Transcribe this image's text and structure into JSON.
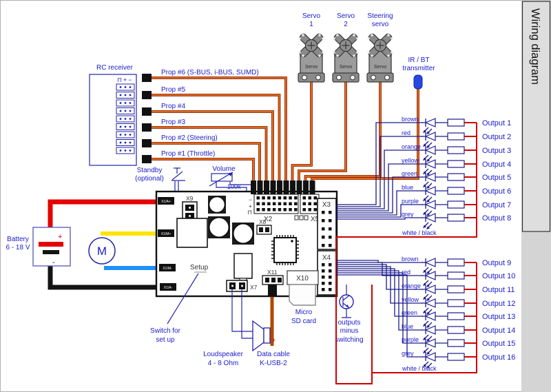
{
  "sidebar": {
    "title": "Wiring diagram"
  },
  "receiver": {
    "label": "RC receiver",
    "header": "⊓+−"
  },
  "props": {
    "p6": "Prop #6 (S-BUS, i-BUS, SUMD)",
    "p5": "Prop #5",
    "p4": "Prop #4",
    "p3": "Prop #3",
    "p2": "Prop #2 (Steering)",
    "p1": "Prop #1 (Throttle)"
  },
  "servos": {
    "s1a": "Servo",
    "s1b": "1",
    "s2a": "Servo",
    "s2b": "2",
    "s3a": "Steering",
    "s3b": "servo",
    "body": "Servo"
  },
  "irbt": {
    "l1": "IR / BT",
    "l2": "transmitter"
  },
  "standby": {
    "l1": "Standby",
    "l2": "(optional)"
  },
  "volume": {
    "label": "Volume",
    "value": "100k"
  },
  "battery": {
    "l1": "Battery",
    "l2": "6 - 18 V",
    "plus": "+",
    "minus": "-"
  },
  "motor": {
    "label": "M"
  },
  "board": {
    "x2": "X2",
    "x3": "X3",
    "x4": "X4",
    "x5": "X5",
    "x7": "X7",
    "x8": "X8",
    "x9": "X9",
    "x10": "X10",
    "x11": "X11",
    "symMinus": "−",
    "symPlus": "+",
    "symPulse": "⊓",
    "left1": "X1/A+",
    "left2": "X1/M+",
    "left3": "X1/M-",
    "left4": "X1/A-"
  },
  "setup": {
    "label": "Setup"
  },
  "switchSetup": {
    "l1": "Switch for",
    "l2": "set up"
  },
  "speaker": {
    "l1": "Loudspeaker",
    "l2": "4 - 8 Ohm",
    "tMinus": "-",
    "tPlus": "+"
  },
  "cable": {
    "l1": "Data cable",
    "l2": "K-USB-2"
  },
  "sd": {
    "l1": "Micro",
    "l2": "SD card"
  },
  "minusSwitch": {
    "l1": "outputs",
    "l2": "minus",
    "l3": "switching"
  },
  "outputs": {
    "commonTop": "white / black",
    "commonBottom": "white / black",
    "top": [
      {
        "color": "brown",
        "label": "Output 1"
      },
      {
        "color": "red",
        "label": "Output 2"
      },
      {
        "color": "orange",
        "label": "Output 3"
      },
      {
        "color": "yellow",
        "label": "Output 4"
      },
      {
        "color": "green",
        "label": "Output 5"
      },
      {
        "color": "blue",
        "label": "Output 6"
      },
      {
        "color": "purple",
        "label": "Output 7"
      },
      {
        "color": "grey",
        "label": "Output 8"
      }
    ],
    "bottom": [
      {
        "color": "brown",
        "label": "Output 9"
      },
      {
        "color": "red",
        "label": "Output 10"
      },
      {
        "color": "orange",
        "label": "Output 11"
      },
      {
        "color": "yellow",
        "label": "Output 12"
      },
      {
        "color": "green",
        "label": "Output 13"
      },
      {
        "color": "blue",
        "label": "Output 14"
      },
      {
        "color": "purple",
        "label": "Output 15"
      },
      {
        "color": "grey",
        "label": "Output 16"
      }
    ]
  },
  "colors": {
    "label_blue": "#1a1acc",
    "wire_orange": "#f07020",
    "wire_red": "#e60000",
    "wire_black": "#141414",
    "wire_yellow": "#ffe400",
    "wire_blue": "#1e90ff",
    "output_wire_blue": "#1a1a8c",
    "output_minus_red": "#cc0000",
    "cable_brown": "#b34700",
    "ir_led_blue": "#2747e0"
  }
}
